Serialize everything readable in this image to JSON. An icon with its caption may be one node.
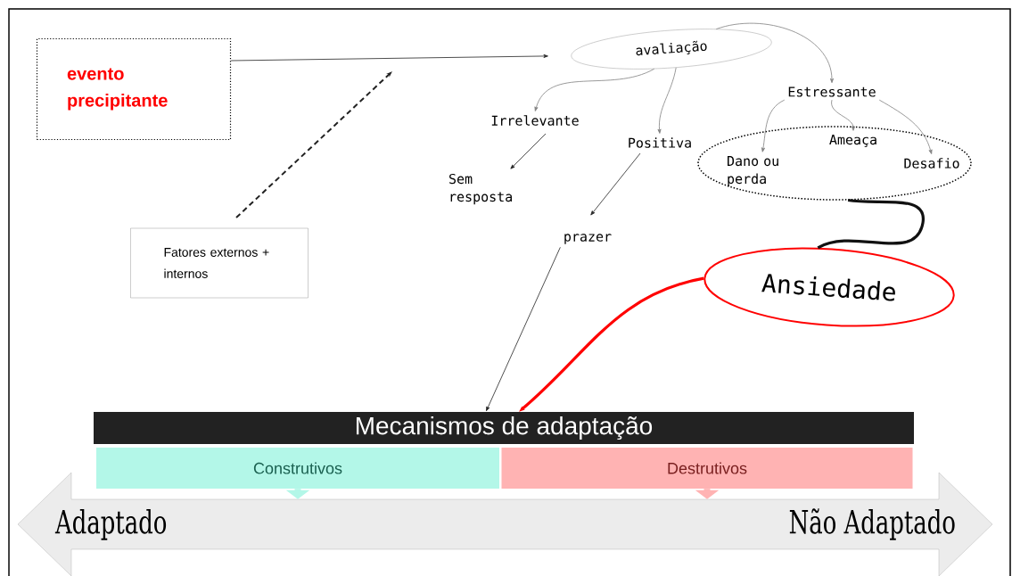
{
  "diagram": {
    "nodes": [
      {
        "text": [
          "evento precipitante"
        ]
      },
      {
        "text": [
          "Fatores externos + internos"
        ]
      },
      {
        "text": [
          "avaliação"
        ]
      },
      {
        "text": [
          "Irrelevante"
        ]
      },
      {
        "text": [
          "Positiva"
        ]
      },
      {
        "text": [
          "Estressante"
        ]
      },
      {
        "text": [],
        "shape": "ellipse"
      },
      {
        "text": [
          "Dano ou perda"
        ],
        "in": 6
      },
      {
        "text": [
          "Ameaça"
        ],
        "in": 6
      },
      {
        "text": [
          "Desafio"
        ],
        "in": 6
      },
      {
        "text": [
          "Sem resposta"
        ]
      },
      {
        "text": [
          "prazer"
        ]
      },
      {
        "text": [
          "Ansiedade"
        ]
      },
      {
        "text": [
          "Mecanismos de adaptação"
        ]
      },
      {
        "text": [
          "Construtivos"
        ]
      },
      {
        "text": [
          "Destrutivos"
        ]
      },
      {
        "text": [
          "Adaptado",
          "Não Adaptado"
        ]
      }
    ],
    "edges": [
      {
        "from": 0,
        "to": 2,
        "arrow": "to",
        "color": "#222222"
      },
      {
        "from": 1,
        "to": null,
        "arrow": "to",
        "style": "dashed",
        "color": "#222222"
      },
      {
        "from": 2,
        "to": 3,
        "arrow": "to",
        "color": "#808080"
      },
      {
        "from": 2,
        "to": 4,
        "arrow": "to",
        "color": "#808080"
      },
      {
        "from": 2,
        "to": 5,
        "arrow": "to",
        "color": "#808080"
      },
      {
        "from": 3,
        "to": 10,
        "arrow": "to",
        "color": "#222222"
      },
      {
        "from": 4,
        "to": 11,
        "arrow": "to",
        "color": "#222222"
      },
      {
        "from": 5,
        "to": 7,
        "arrow": "to",
        "color": "#808080"
      },
      {
        "from": 5,
        "to": 8,
        "arrow": "to",
        "color": "#808080"
      },
      {
        "from": 5,
        "to": 9,
        "arrow": "to",
        "color": "#808080"
      },
      {
        "from": 6,
        "to": 12,
        "arrow": "none",
        "style": "thick",
        "color": "#111111"
      },
      {
        "from": 11,
        "to": 13,
        "arrow": "to",
        "color": "#222222"
      },
      {
        "from": 12,
        "to": 13,
        "arrow": "to",
        "style": "thick",
        "color": "#ff0000"
      },
      {
        "from": 14,
        "to": 16,
        "arrow": "to",
        "style": "thick",
        "color": "#b3f7e8"
      },
      {
        "from": 15,
        "to": 16,
        "arrow": "to",
        "style": "thick",
        "color": "#ffb3b3"
      }
    ]
  }
}
